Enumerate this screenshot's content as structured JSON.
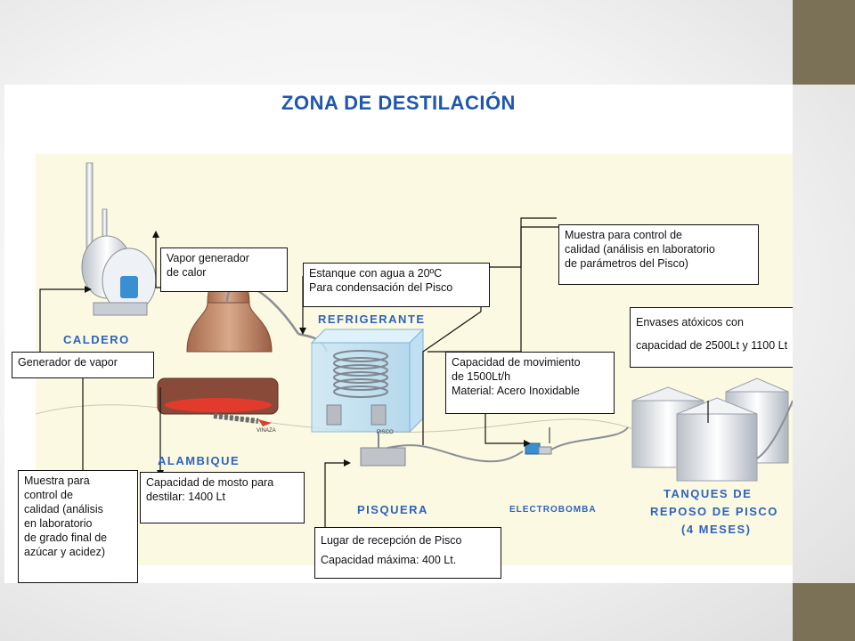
{
  "title": "ZONA DE DESTILACIÓN",
  "labels": {
    "caldero": "CALDERO",
    "alambique": "ALAMBIQUE",
    "refrigerante": "REFRIGERANTE",
    "pisquera": "PISQUERA",
    "electrobomba": "ELECTROBOMBA",
    "tanques_line1": "TANQUES DE",
    "tanques_line2": "REPOSO DE PISCO",
    "tanques_line3": "(4 MESES)",
    "vinaza": "VINAZA",
    "pisco": "PISCO"
  },
  "boxes": {
    "vapor": [
      "Vapor generador",
      "de calor"
    ],
    "generador": [
      "Generador de vapor"
    ],
    "estanque": [
      "Estanque con agua a 20ºC",
      "Para condensación del Pisco"
    ],
    "muestra_pisco": [
      "Muestra para control de",
      "calidad (análisis en laboratorio",
      "de parámetros del Pisco)"
    ],
    "envases": [
      "Envases atóxicos con",
      "capacidad de 2500Lt y 1100 Lt"
    ],
    "bomba": [
      "Capacidad de movimiento",
      "de 1500Lt/h",
      "Material: Acero Inoxidable"
    ],
    "muestra_mosto": [
      "Muestra para",
      "control de",
      "calidad (análisis",
      "en laboratorio",
      "de grado final de",
      "azúcar y acidez)"
    ],
    "capacidad_mosto": [
      "Capacidad de mosto para",
      "destilar: 1400 Lt"
    ],
    "recepcion": [
      "Lugar de recepción de Pisco",
      "Capacidad máxima: 400 Lt."
    ]
  },
  "colors": {
    "title_blue": "#1f57b0",
    "label_blue": "#2e63bf",
    "diagram_bg": "#fbf9e1",
    "slide_bar": "#7a7157"
  }
}
